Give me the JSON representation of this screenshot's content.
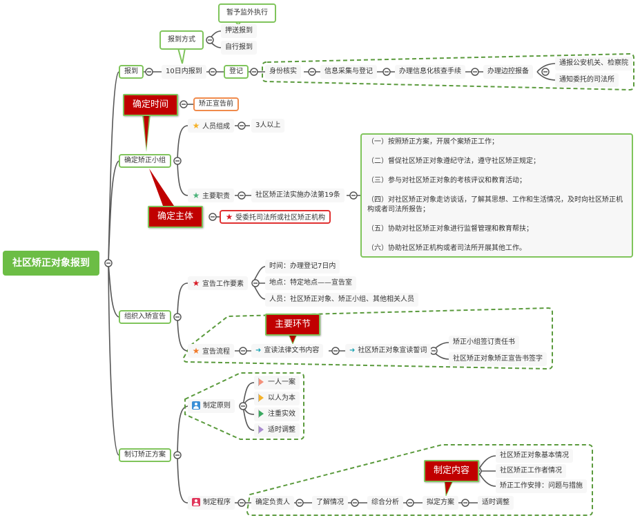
{
  "root": {
    "label": "社区矫正对象报到",
    "color": "#6cbd45"
  },
  "colors": {
    "accent_green": "#7fc45b",
    "callout_red": "#c00000",
    "orange_border": "#f08a4b",
    "red_border": "#e03030",
    "line": "#555555",
    "dash": "#5a9a3c"
  },
  "branches": {
    "report": {
      "label": "报到",
      "ten_days": "10日内报到",
      "callout_method": "报到方式",
      "method_options": [
        "押送报到",
        "自行报到"
      ],
      "callout_suspend": "暂予监外执行",
      "register": "登记",
      "steps": [
        "身份核实",
        "信息采集与登记",
        "办理信息化核查手续",
        "办理边控报备"
      ],
      "notify": [
        "通报公安机关、检察院",
        "通知委托的司法所"
      ]
    },
    "team": {
      "label": "确定矫正小组",
      "callout_time": "确定时间",
      "time_value": "矫正宣告前",
      "members_label": "人员组成",
      "members_value": "3人以上",
      "duties_label": "主要职责",
      "duties_ref": "社区矫正法实施办法第19条",
      "duties": [
        "（一）按照矫正方案，开展个案矫正工作；",
        "（二）督促社区矫正对象遵纪守法，遵守社区矫正规定；",
        "（三）参与对社区矫正对象的考核评议和教育活动；",
        "（四）对社区矫正对象走访谈话，了解其思想、工作和生活情况，及时向社区矫正机构或者司法所报告；",
        "（五）协助对社区矫正对象进行监督管理和教育帮扶；",
        "（六）协助社区矫正机构或者司法所开展其他工作。"
      ],
      "callout_subject": "确定主体",
      "subject_value": "受委托司法所或社区矫正机构"
    },
    "announce": {
      "label": "组织入矫宣告",
      "elements_label": "宣告工作要素",
      "elements": [
        "时间：办理登记7日内",
        "地点：特定地点——宣告室",
        "人员：社区矫正对象、矫正小组、其他相关人员"
      ],
      "flow_label": "宣告流程",
      "callout_main": "主要环节",
      "flow_steps": [
        "宣读法律文书内容",
        "社区矫正对象宣读誓词"
      ],
      "flow_end": [
        "矫正小组签订责任书",
        "社区矫正对象矫正宣告书签字"
      ]
    },
    "plan": {
      "label": "制订矫正方案",
      "principles_label": "制定原则",
      "principles": [
        {
          "label": "一人一案",
          "flag_color": "#f4907a"
        },
        {
          "label": "以人为本",
          "flag_color": "#f5b22a"
        },
        {
          "label": "注重实效",
          "flag_color": "#3aa860"
        },
        {
          "label": "适时调整",
          "flag_color": "#a98bd0"
        }
      ],
      "procedure_label": "制定程序",
      "procedure_steps": [
        "确定负责人",
        "了解情况",
        "综合分析",
        "拟定方案",
        "适时调整"
      ],
      "callout_content": "制定内容",
      "content_items": [
        "社区矫正对象基本情况",
        "社区矫正工作者情况",
        "矫正工作安排：问题与措施"
      ]
    }
  },
  "icons": {
    "collapse": "⊖",
    "star": "★",
    "arrow": "➜"
  },
  "star_colors": {
    "members": "#f5b22a",
    "duties": "#4cb37a",
    "subject": "#d81e28",
    "elements": "#d81e28",
    "flow": "#f07a2a"
  },
  "person_colors": {
    "principles": "#3a8fd6",
    "procedure": "#e0355a"
  }
}
